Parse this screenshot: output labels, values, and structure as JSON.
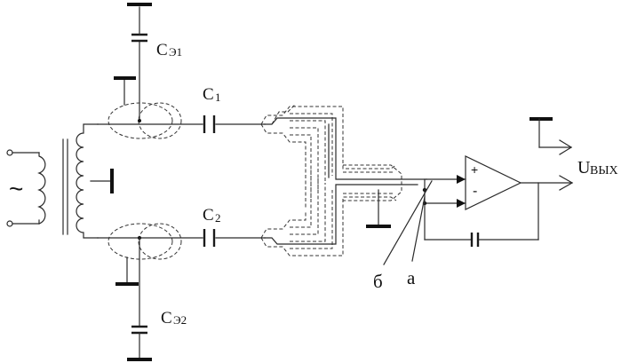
{
  "labels": {
    "ce1_main": "С",
    "ce1_sub": "Э1",
    "ce2_main": "С",
    "ce2_sub": "Э2",
    "c1_main": "С",
    "c1_sub": "1",
    "c2_main": "С",
    "c2_sub": "2",
    "uout_main": "U",
    "uout_sub": "ВЫХ",
    "source": "~",
    "point_a": "а",
    "point_b": "б",
    "opamp_plus": "+",
    "opamp_minus": "-"
  }
}
